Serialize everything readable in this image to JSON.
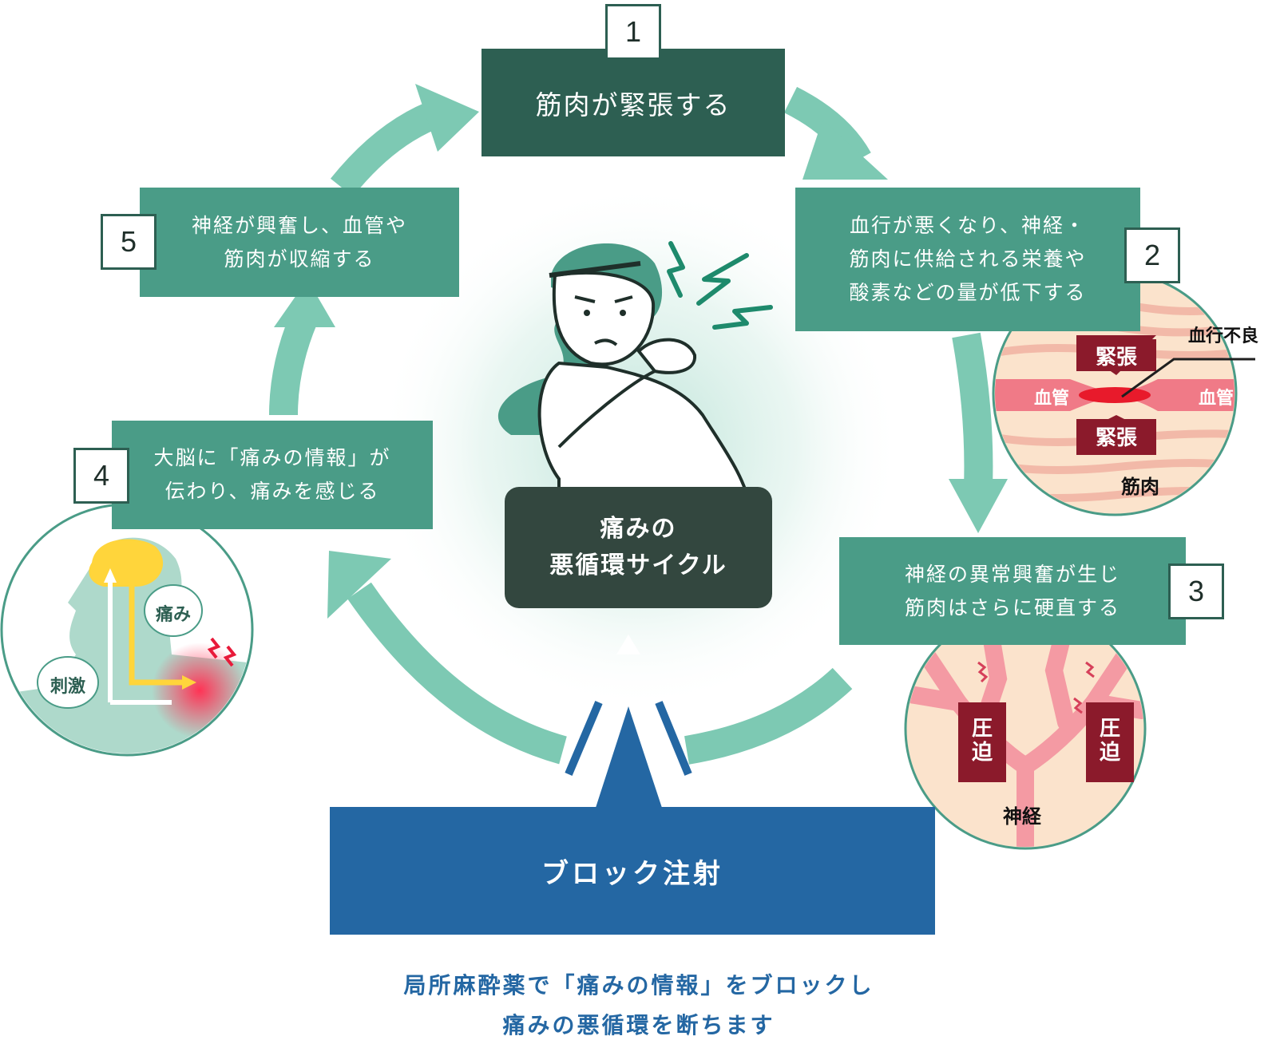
{
  "steps": [
    {
      "number": "1",
      "text": "筋肉が緊張する"
    },
    {
      "number": "2",
      "text": "血行が悪くなり、神経・\n筋肉に供給される栄養や\n酸素などの量が低下する"
    },
    {
      "number": "3",
      "text": "神経の異常興奮が生じ\n筋肉はさらに硬直する"
    },
    {
      "number": "4",
      "text": "大脳に「痛みの情報」が\n伝わり、痛みを感じる"
    },
    {
      "number": "5",
      "text": "神経が興奮し、血管や\n筋肉が収縮する"
    }
  ],
  "center": {
    "line1": "痛みの",
    "line2": "悪循環サイクル"
  },
  "block": {
    "label": "ブロック注射"
  },
  "caption": {
    "line1": "局所麻酔薬で「痛みの情報」をブロックし",
    "line2": "痛みの悪循環を断ちます"
  },
  "muscle_inset": {
    "tension_top": "緊張",
    "tension_bottom": "緊張",
    "vessel_left": "血管",
    "vessel_right": "血管",
    "poor_circulation": "血行不良",
    "muscle": "筋肉"
  },
  "nerve_inset": {
    "pressure_left": "圧迫",
    "pressure_right": "圧迫",
    "nerve": "神経"
  },
  "brain_inset": {
    "pain": "痛み",
    "stimulus": "刺激"
  },
  "colors": {
    "dark_green": "#2d5f52",
    "mid_green": "#4a9c87",
    "arrow_green": "#7dc9b3",
    "block_blue": "#2467a3",
    "center_dark": "#33473f",
    "tension_maroon": "#8b1a2b"
  }
}
